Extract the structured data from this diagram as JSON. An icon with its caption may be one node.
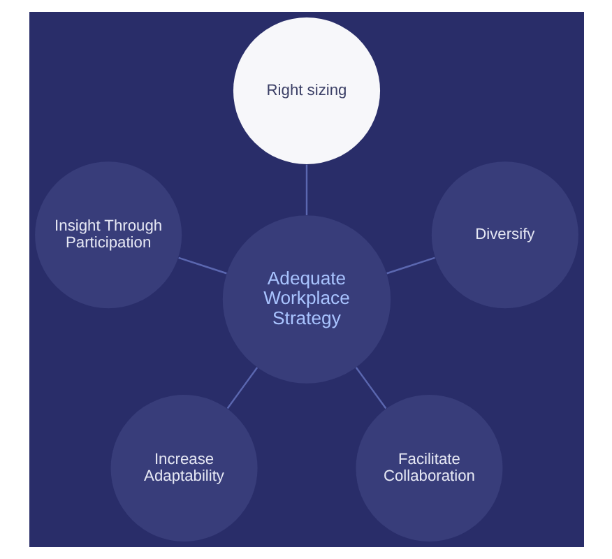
{
  "diagram": {
    "nodes": [
      {
        "text": [
          "Right sizing"
        ]
      },
      {
        "text": [
          "Insight Through Participation"
        ]
      },
      {
        "text": [
          "Adequate Workplace Strategy"
        ]
      },
      {
        "text": [
          "Diversify"
        ]
      },
      {
        "text": [
          "Increase Adaptability"
        ]
      },
      {
        "text": [
          "Facilitate Collaboration"
        ]
      }
    ],
    "edges": [
      {
        "from": 2,
        "to": 0,
        "arrow": "none"
      },
      {
        "from": 2,
        "to": 3,
        "arrow": "none"
      },
      {
        "from": 2,
        "to": 5,
        "arrow": "none"
      },
      {
        "from": 2,
        "to": 4,
        "arrow": "none"
      },
      {
        "from": 2,
        "to": 1,
        "arrow": "none"
      }
    ]
  }
}
